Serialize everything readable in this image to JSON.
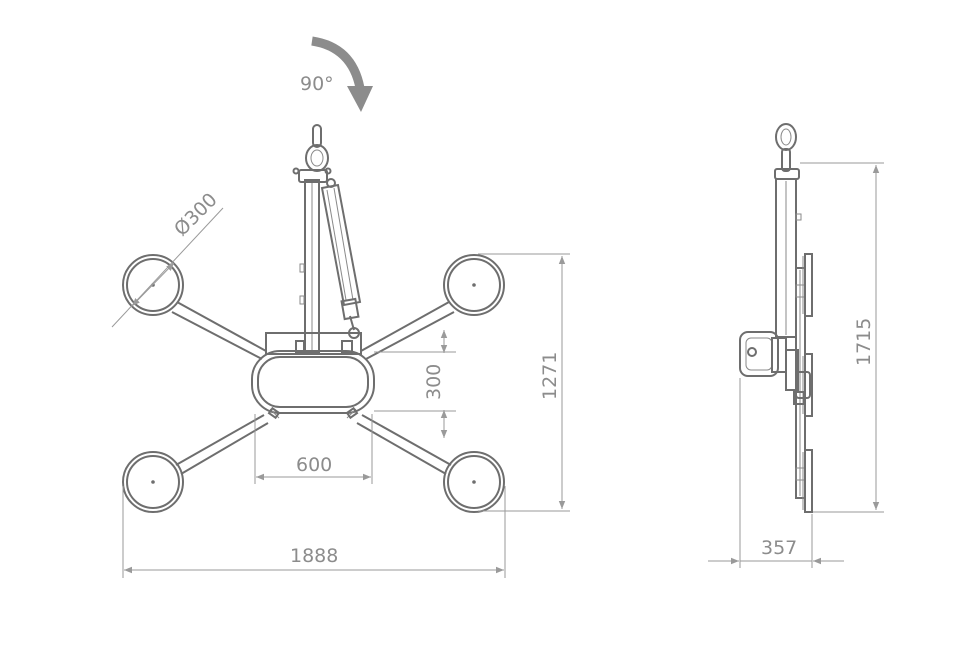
{
  "rotation_label": "90°",
  "dimensions": {
    "cup_diameter": "Ø300",
    "frame_width": "600",
    "frame_height": "300",
    "overall_height": "1271",
    "overall_width": "1888",
    "side_height": "1715",
    "side_depth": "357"
  },
  "colors": {
    "line": "#6e6e6e",
    "dimension": "#9a9a9a"
  }
}
